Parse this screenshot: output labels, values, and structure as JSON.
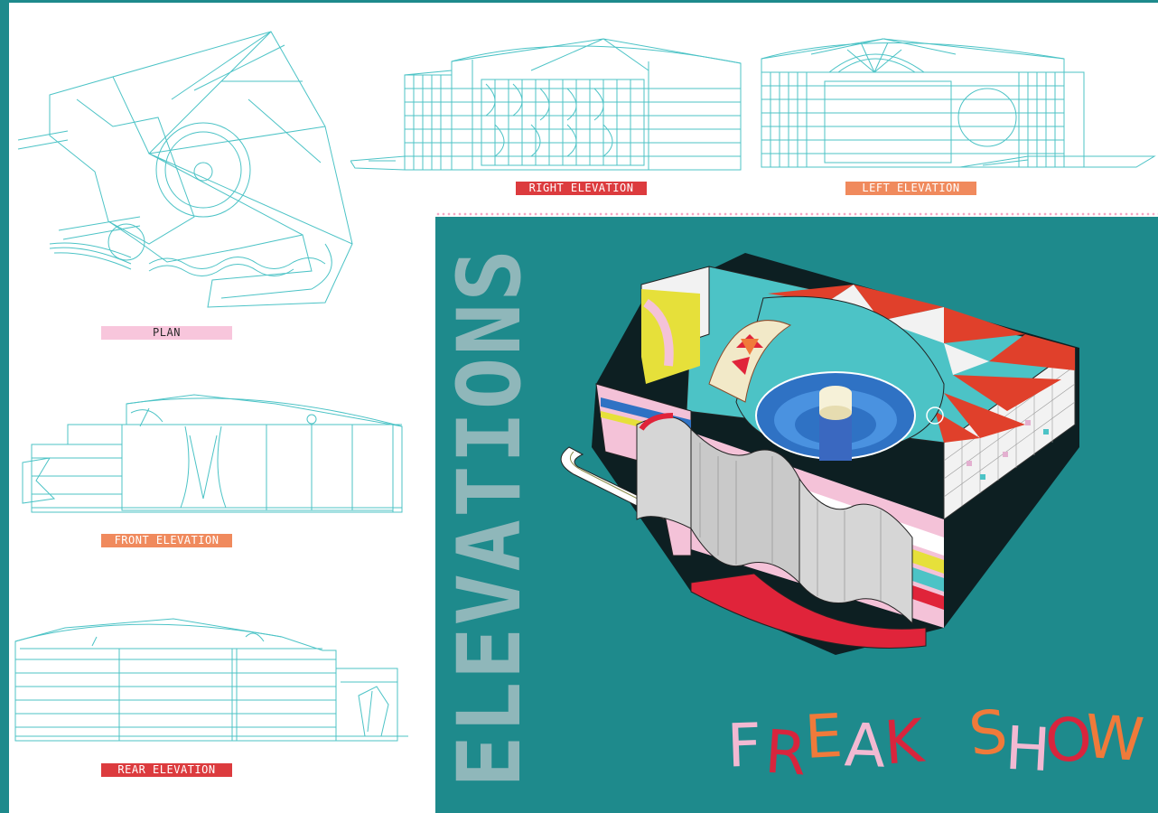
{
  "labels": {
    "plan": "PLAN",
    "right_elevation": "RIGHT ELEVATION",
    "left_elevation": "LEFT ELEVATION",
    "front_elevation": "FRONT ELEVATION",
    "rear_elevation": "REAR ELEVATION"
  },
  "panel": {
    "side_title": "ELEVATIONS",
    "title_letters": [
      "F",
      "R",
      "E",
      "A",
      "K",
      "S",
      "H",
      "O",
      "W"
    ]
  },
  "colors": {
    "teal": "#1e8a8c",
    "line": "#4cc3c6",
    "pink": "#f8c6dc",
    "red": "#dc3b3e",
    "orange": "#f08a5d",
    "freak_colors": [
      "#f2b9d2",
      "#d8253d",
      "#f07a3a",
      "#f2b9d2",
      "#d8253d",
      "#f07a3a",
      "#f2b9d2",
      "#d8253d",
      "#f07a3a"
    ]
  }
}
